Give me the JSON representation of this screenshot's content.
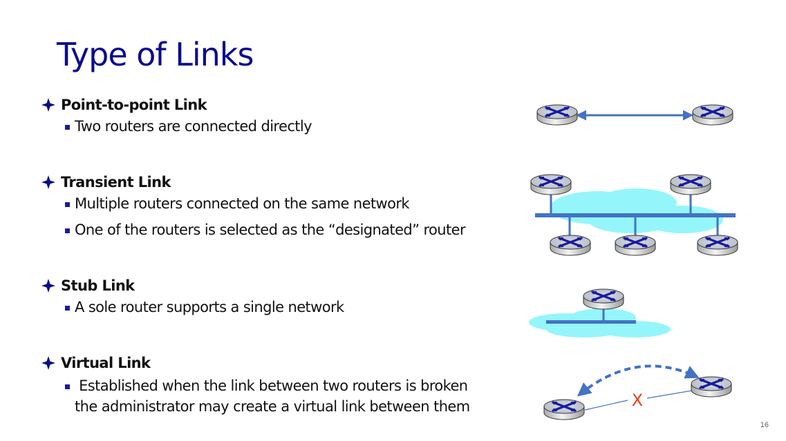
{
  "slide": {
    "title": "Type of Links",
    "page_number": "16",
    "colors": {
      "title": "#0B0B8F",
      "bullet": "#1A1AA0",
      "link_line": "#4472C4",
      "network_cloud": "#5CF2FA",
      "broken_mark": "#E8401C"
    },
    "sections": [
      {
        "heading": "Point-to-point Link",
        "bullets": [
          "Two routers are connected directly"
        ],
        "diagram": "point-to-point"
      },
      {
        "heading": "Transient Link",
        "bullets": [
          "Multiple routers connected on the same network",
          "One of the routers is selected as the “designated” router"
        ],
        "diagram": "transient"
      },
      {
        "heading": "Stub Link",
        "bullets": [
          "A sole router supports a single network"
        ],
        "diagram": "stub"
      },
      {
        "heading": "Virtual Link",
        "bullets": [
          " Established when the link between two routers is broken the administrator may create a virtual link between them"
        ],
        "bullet_lines": [
          " Established when the link between two routers is broken",
          "the administrator may create a virtual link between them"
        ],
        "diagram": "virtual",
        "broken_mark": "X"
      }
    ]
  }
}
